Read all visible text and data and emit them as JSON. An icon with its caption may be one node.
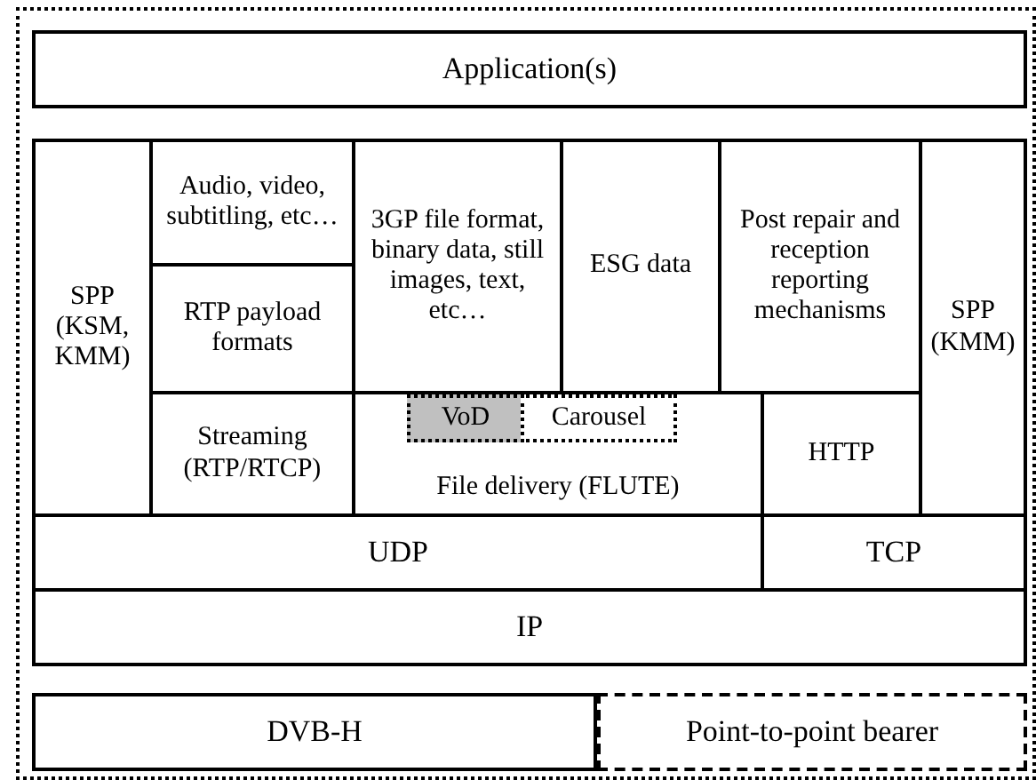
{
  "diagram": {
    "nodes": [
      {
        "text": [],
        "shape": "box"
      },
      {
        "text": [
          "Application(s)"
        ],
        "in": 0
      },
      {
        "text": [
          "SPP (KSM, KMM)"
        ],
        "in": 0
      },
      {
        "text": [
          "Audio, video, subtitling, etc…"
        ],
        "in": 0
      },
      {
        "text": [
          "3GP file format, binary data, still images, text, etc…"
        ],
        "in": 0
      },
      {
        "text": [
          "ESG data"
        ],
        "in": 0
      },
      {
        "text": [
          "Post repair and reception reporting mechanisms"
        ],
        "in": 0
      },
      {
        "text": [
          "SPP (KMM)"
        ],
        "in": 0
      },
      {
        "text": [
          "RTP payload formats"
        ],
        "in": 0
      },
      {
        "text": [
          "Streaming (RTP/RTCP)"
        ],
        "in": 0
      },
      {
        "text": [
          "File delivery (FLUTE)"
        ],
        "in": 0
      },
      {
        "text": [
          "VoD"
        ],
        "in": 10
      },
      {
        "text": [
          "Carousel"
        ],
        "in": 10
      },
      {
        "text": [
          "HTTP"
        ],
        "in": 0
      },
      {
        "text": [
          "UDP"
        ],
        "in": 0
      },
      {
        "text": [
          "TCP"
        ],
        "in": 0
      },
      {
        "text": [
          "IP"
        ],
        "in": 0
      },
      {
        "text": [
          "DVB-H"
        ],
        "in": 0
      },
      {
        "text": [
          "Point-to-point bearer"
        ],
        "in": 0
      }
    ]
  }
}
